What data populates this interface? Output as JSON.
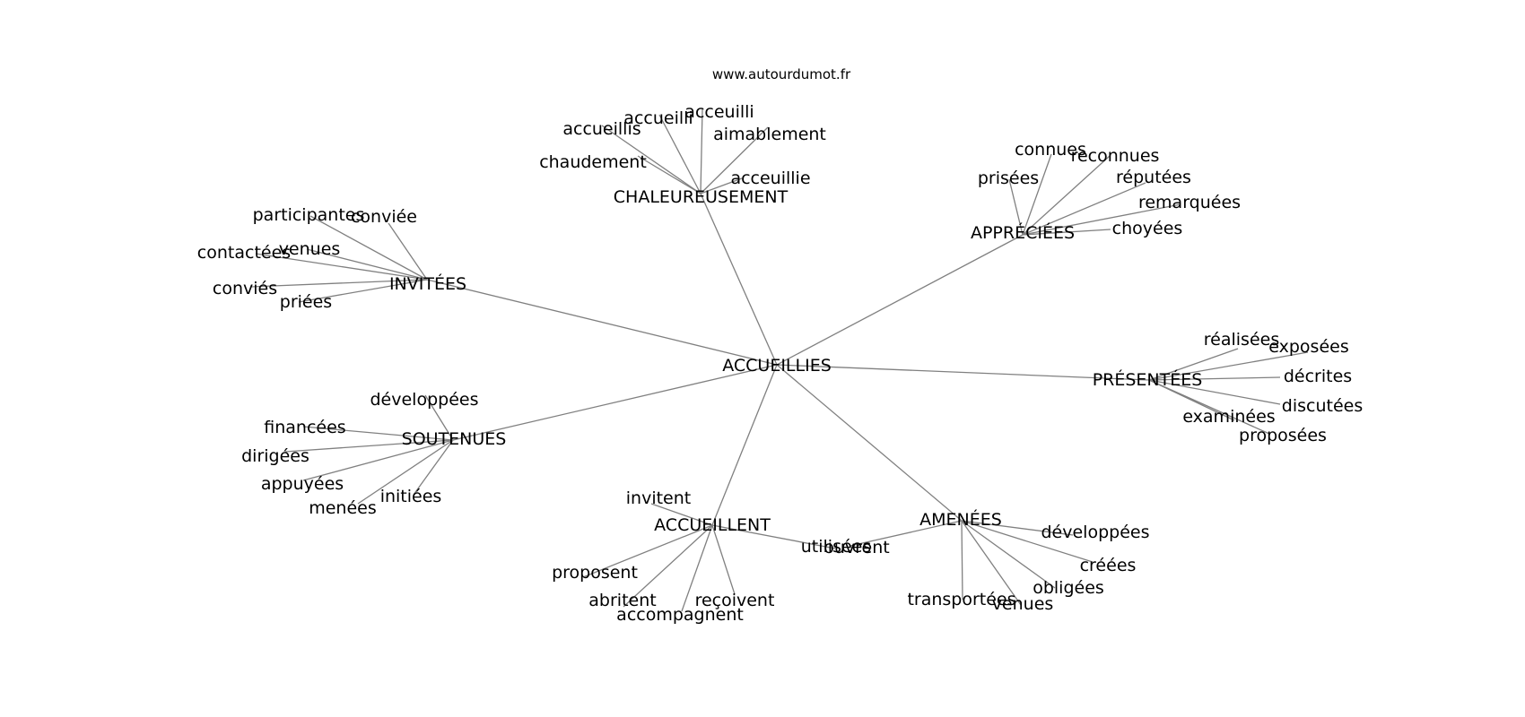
{
  "watermark": "www.autourdumot.fr",
  "colors": {
    "edge": "#808080",
    "text": "#000000",
    "background": "#ffffff"
  },
  "graph": {
    "center": "ACCUEILLIES",
    "clusters": [
      {
        "hub": "CHALEUREUSEMENT",
        "words": [
          "accueillis",
          "accueilli",
          "acceuilli",
          "aimablement",
          "chaudement",
          "acceuillie"
        ]
      },
      {
        "hub": "APPRÉCIÉES",
        "words": [
          "connues",
          "reconnues",
          "prisées",
          "réputées",
          "remarquées",
          "choyées"
        ]
      },
      {
        "hub": "INVITÉES",
        "words": [
          "participantes",
          "conviée",
          "venues",
          "contactées",
          "conviés",
          "priées"
        ]
      },
      {
        "hub": "PRÉSENTÉES",
        "words": [
          "réalisées",
          "exposées",
          "décrites",
          "discutées",
          "examinées",
          "proposées"
        ]
      },
      {
        "hub": "SOUTENUES",
        "words": [
          "développées",
          "financées",
          "dirigées",
          "appuyées",
          "menées",
          "initiées"
        ]
      },
      {
        "hub": "ACCUEILLENT",
        "words": [
          "invitent",
          "proposent",
          "abritent",
          "accompagnent",
          "reçoivent",
          "utilisées"
        ]
      },
      {
        "hub": "AMENÉES",
        "words": [
          "ouvrent",
          "développées",
          "créées",
          "obligées",
          "transportées",
          "venues"
        ]
      }
    ]
  }
}
